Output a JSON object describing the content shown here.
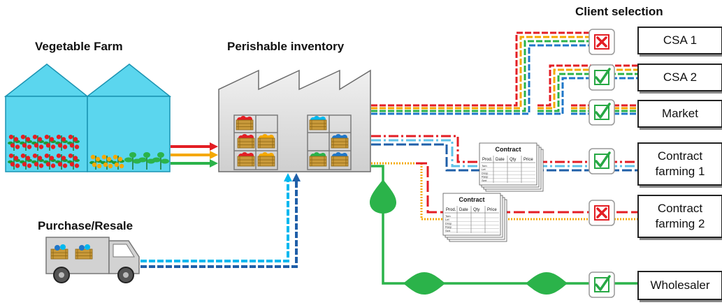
{
  "labels": {
    "farm": "Vegetable Farm",
    "inventory": "Perishable inventory",
    "purchase": "Purchase/Resale",
    "selection": "Client selection"
  },
  "clients": [
    {
      "name": "CSA 1",
      "selected": false
    },
    {
      "name": "CSA 2",
      "selected": true
    },
    {
      "name": "Market",
      "selected": true
    },
    {
      "name": "Contract farming 1",
      "line1": "Contract",
      "line2": "farming 1",
      "selected": true
    },
    {
      "name": "Contract farming 2",
      "line1": "Contract",
      "line2": "farming 2",
      "selected": false
    },
    {
      "name": "Wholesaler",
      "selected": true
    }
  ],
  "contract_doc": {
    "title": "Contract",
    "headers": [
      "Prod.",
      "Date",
      "Qty",
      "Price"
    ],
    "rows": [
      "Tom",
      "Let",
      "Dnsp",
      "Rasp",
      "Sert"
    ]
  },
  "colors": {
    "red": "#e31e24",
    "orange": "#f5a800",
    "green": "#2bb34a",
    "blue": "#1f77c9",
    "sky": "#00b8ef",
    "greenhouse": "#5bd6ee",
    "check": "#27a844",
    "cross": "#e31e24"
  },
  "icons": [
    "greenhouse-icon",
    "factory-icon",
    "truck-icon",
    "contract-icon",
    "check-icon",
    "cross-icon",
    "crate-icon"
  ]
}
